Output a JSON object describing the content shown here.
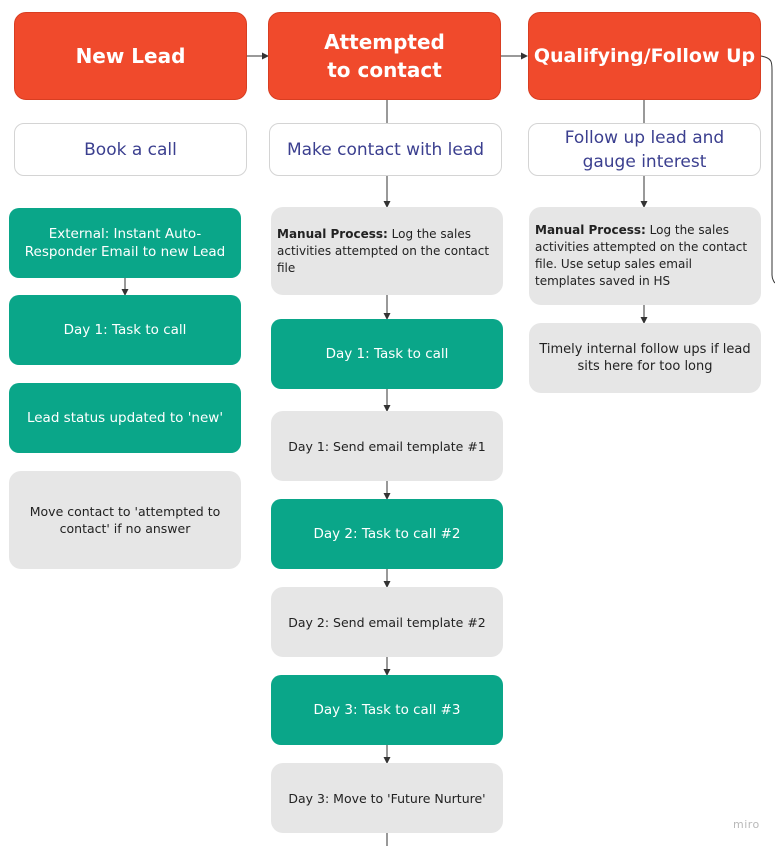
{
  "columns": [
    {
      "header": "New Lead",
      "subtitle": "Book a call",
      "steps": [
        {
          "text": "External: Instant Auto-Responder Email to new Lead",
          "style": "green"
        },
        {
          "text": "Day 1: Task to call",
          "style": "green"
        },
        {
          "text": "Lead status updated to 'new'",
          "style": "green"
        },
        {
          "text": "Move contact to 'attempted to contact' if no answer",
          "style": "grey"
        }
      ]
    },
    {
      "header": "Attempted to contact",
      "subtitle": "Make contact with lead",
      "steps": [
        {
          "bold": "Manual Process:",
          "text": " Log the sales activities attempted on the contact file",
          "style": "grey"
        },
        {
          "text": "Day 1: Task to call",
          "style": "green"
        },
        {
          "text": "Day 1: Send email template #1",
          "style": "grey"
        },
        {
          "text": "Day 2: Task to call #2",
          "style": "green"
        },
        {
          "text": "Day 2: Send email template #2",
          "style": "grey"
        },
        {
          "text": "Day 3: Task to call #3",
          "style": "green"
        },
        {
          "text": "Day 3: Move to 'Future Nurture'",
          "style": "grey"
        }
      ]
    },
    {
      "header": "Qualifying/Follow Up",
      "subtitle": "Follow up lead and gauge interest",
      "steps": [
        {
          "bold": "Manual Process:",
          "text": " Log the sales activities attempted on the contact file. Use setup sales email templates saved in HS",
          "style": "grey"
        },
        {
          "text": "Timely internal follow ups if lead sits here for too long",
          "style": "grey"
        }
      ]
    }
  ],
  "watermark": "miro",
  "colors": {
    "header": "#f04a2c",
    "green": "#0aa689",
    "grey": "#e6e6e6",
    "subtitle_text": "#3b3f8f"
  }
}
